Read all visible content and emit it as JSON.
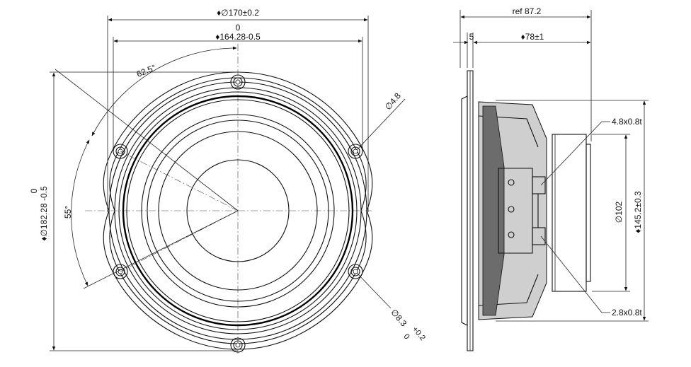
{
  "front_view": {
    "outer_diameter": "♦∅170±0.2",
    "bolt_circle_tol": "0",
    "bolt_circle": "♦164.28-0.5",
    "angle_top": "62.5°",
    "angle_left": "55°",
    "hole_small": "∅4.8",
    "vertical_tol": "0",
    "vertical_diameter": "♦∅182.28 -0.5",
    "hole_large": "∅8.3",
    "hole_large_tol_upper": "+0.2",
    "hole_large_tol_lower": "0"
  },
  "side_view": {
    "ref_depth": "ref 87.2",
    "flange_thickness": "5",
    "mount_depth": "♦78±1",
    "terminal_top": "4.8x0.8t",
    "terminal_bottom": "2.8x0.8t",
    "magnet_diameter": "∅102",
    "frame_diameter": "♦145.2±0.3"
  },
  "colors": {
    "line": "#111111",
    "shade": "#cfcfcf",
    "background": "#ffffff"
  }
}
